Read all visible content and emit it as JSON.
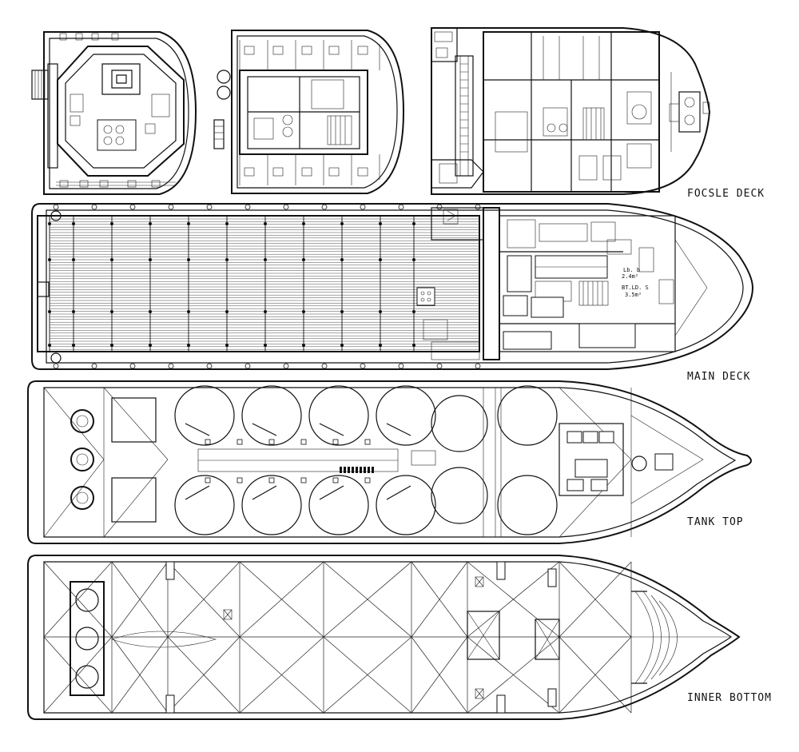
{
  "labels": {
    "focsle_deck": "FOCSLE DECK",
    "main_deck": "MAIN DECK",
    "tank_top": "TANK TOP",
    "inner_bottom": "INNER BOTTOM"
  },
  "annotations": {
    "store_lbl": "Lb. b",
    "store_area": "2.4m²",
    "btlds": "BT.LD. S",
    "btlds_area": "3.5m²"
  },
  "colors": {
    "line": "#111111",
    "background": "#ffffff"
  }
}
